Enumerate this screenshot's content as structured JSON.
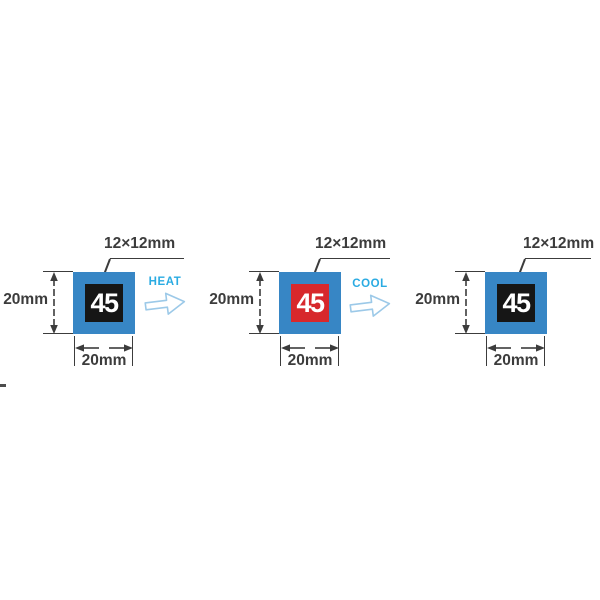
{
  "diagram": {
    "title_hint": "reversible temperature label heat-cool sequence",
    "groups": [
      {
        "id": "initial",
        "inner_size_label": "12×12mm",
        "height_label": "20mm",
        "width_label": "20mm",
        "value": "45",
        "inner_color": "#161616",
        "value_color": "#ffffff"
      },
      {
        "id": "heated",
        "inner_size_label": "12×12mm",
        "height_label": "20mm",
        "width_label": "20mm",
        "value": "45",
        "inner_color": "#d7282c",
        "value_color": "#ffffff"
      },
      {
        "id": "cooled",
        "inner_size_label": "12×12mm",
        "height_label": "20mm",
        "width_label": "20mm",
        "value": "45",
        "inner_color": "#161616",
        "value_color": "#ffffff"
      }
    ],
    "transitions": [
      {
        "label": "HEAT"
      },
      {
        "label": "COOL"
      }
    ],
    "colors": {
      "outer_square": "#3786c5",
      "heat_cool_text": "#2aabe2",
      "arrow_outline": "#9cc9e8",
      "dimension": "#3c3c3c",
      "background": "#ffffff"
    }
  }
}
